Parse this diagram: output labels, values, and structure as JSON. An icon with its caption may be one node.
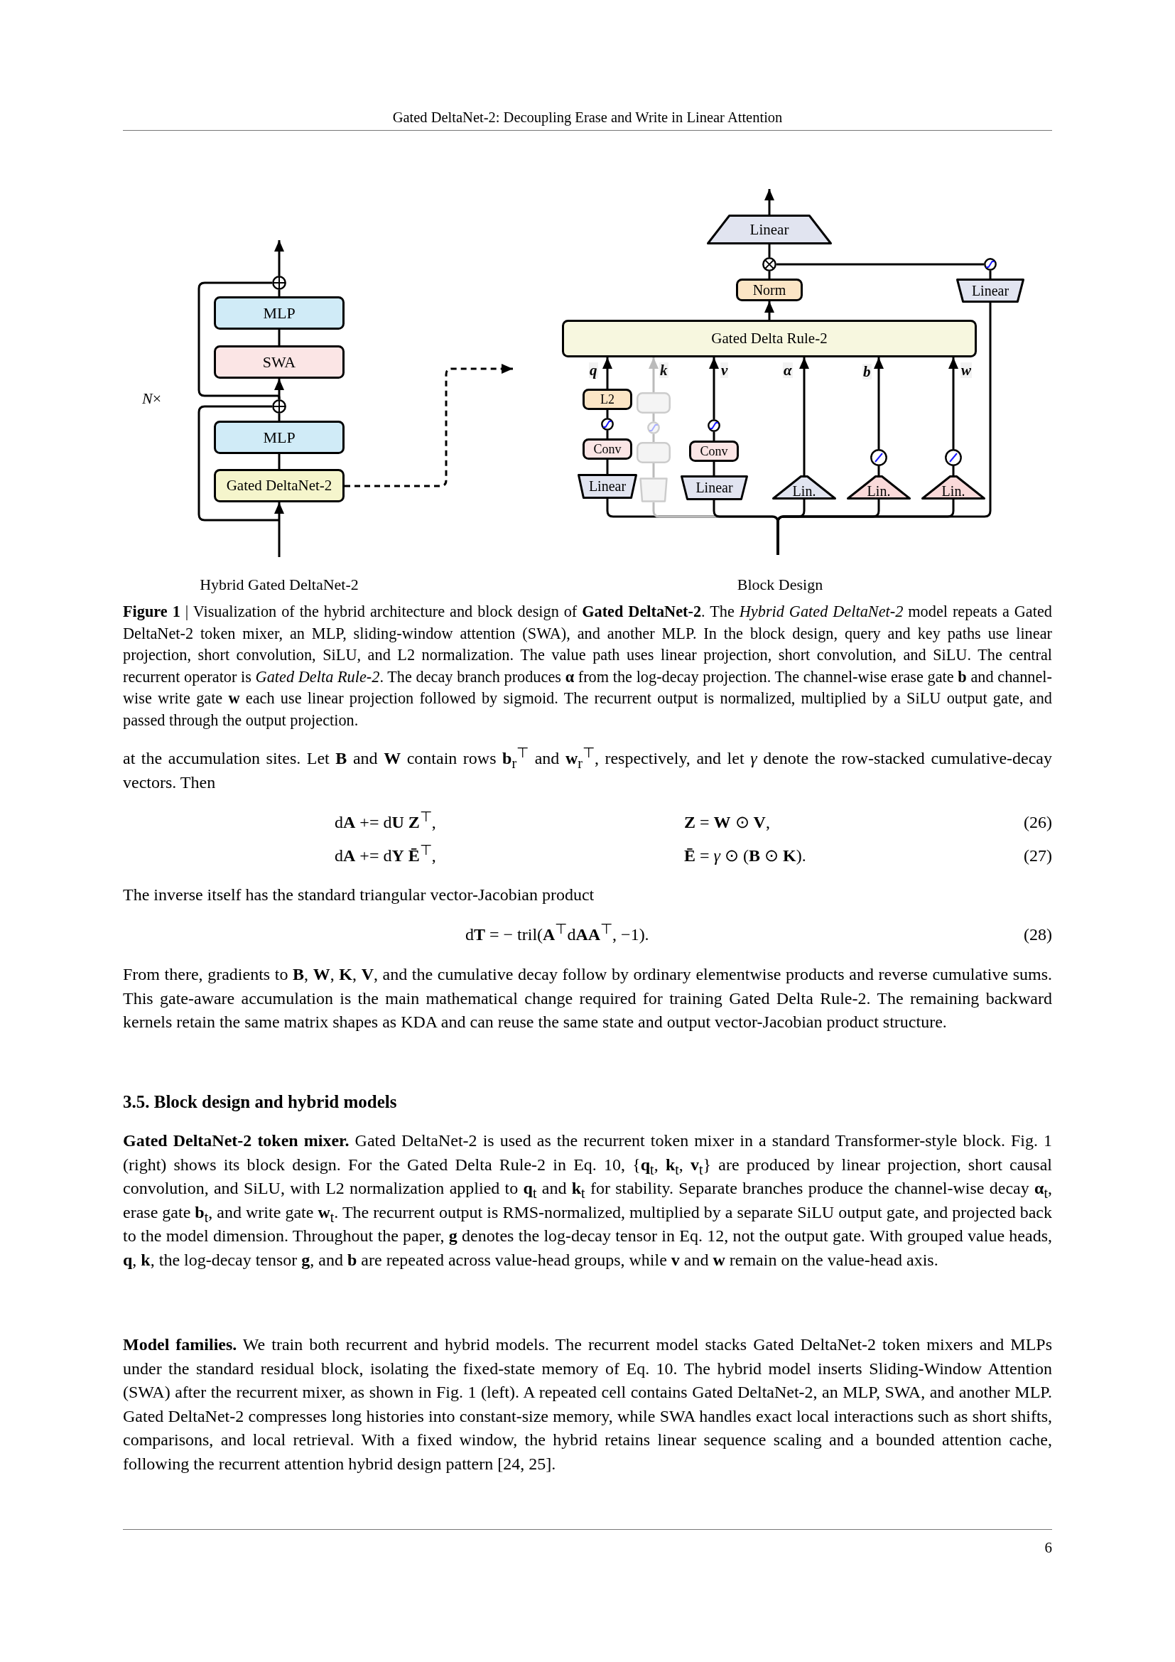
{
  "diagram": {
    "caption": "**Figure 1** | Visualization of the hybrid architecture and block design of **Gated DeltaNet-2**. The *Hybrid Gated DeltaNet-2* model repeats a Gated DeltaNet-2 token mixer, an MLP, sliding-window attention (SWA), and another MLP. In the block design, query and key paths use linear projection, short convolution, SiLU, and L2 normalization. The value path uses linear projection, short convolution, and SiLU. The central recurrent operator is *Gated Delta Rule-2*. The decay branch produces **α** from the log-decay projection. The channel-wise erase gate **b** and channel-wise write gate **w** each use linear projection followed by sigmoid. The recurrent output is normalized, multiplied by a SiLU output gate, and passed through the output projection.",
    "nodes": [
      {
        "text": [],
        "shape": "box",
        "beside": [
          "*N*×"
        ]
      },
      {
        "text": [],
        "shape": "circle",
        "in": 0
      },
      {
        "text": [
          "MLP"
        ],
        "in": 0
      },
      {
        "text": [
          "SWA"
        ],
        "in": 0
      },
      {
        "text": [],
        "shape": "circle",
        "in": 0
      },
      {
        "text": [
          "MLP"
        ],
        "in": 0
      },
      {
        "text": [
          "Gated DeltaNet-2"
        ],
        "in": 0
      },
      {
        "text": [],
        "shape": "box"
      },
      {
        "text": [
          "Linear"
        ],
        "in": 7
      },
      {
        "text": [],
        "shape": "circle",
        "in": 7
      },
      {
        "text": [
          "Norm"
        ],
        "in": 7
      },
      {
        "text": [],
        "shape": "circle",
        "in": 7
      },
      {
        "text": [
          "Linear"
        ],
        "in": 7
      },
      {
        "text": [
          "Gated Delta Rule-2"
        ],
        "in": 7
      },
      {
        "text": [
          "L2"
        ],
        "in": 7
      },
      {
        "text": [],
        "shape": "circle",
        "in": 7
      },
      {
        "text": [
          "Conv"
        ],
        "in": 7
      },
      {
        "text": [
          "Linear"
        ],
        "in": 7
      },
      {
        "text": [],
        "shape": "circle",
        "in": 7
      },
      {
        "text": [
          "Conv"
        ],
        "in": 7
      },
      {
        "text": [
          "Linear"
        ],
        "in": 7
      },
      {
        "text": [
          "Lin."
        ],
        "in": 7
      },
      {
        "text": [],
        "shape": "circle",
        "in": 7
      },
      {
        "text": [
          "Lin."
        ],
        "in": 7
      },
      {
        "text": [],
        "shape": "circle",
        "in": 7
      },
      {
        "text": [
          "Lin."
        ],
        "in": 7
      },
      {
        "text": [],
        "shape": "box",
        "in": 7
      },
      {
        "text": [],
        "shape": "circle",
        "in": 7
      },
      {
        "text": [],
        "shape": "box",
        "in": 7
      },
      {
        "text": [],
        "shape": "box",
        "in": 7
      }
    ],
    "edges": [
      {
        "from": null,
        "to": 6,
        "arrow": "to"
      },
      {
        "from": 6,
        "to": 5,
        "arrow": "none"
      },
      {
        "from": 5,
        "to": 4,
        "arrow": "none"
      },
      {
        "from": 4,
        "to": 3,
        "arrow": "to"
      },
      {
        "from": 3,
        "to": 2,
        "arrow": "none"
      },
      {
        "from": 2,
        "to": 1,
        "arrow": "none"
      },
      {
        "from": 1,
        "to": null,
        "arrow": "to"
      },
      {
        "from": null,
        "to": 4,
        "arrow": "none"
      },
      {
        "from": 4,
        "to": 1,
        "arrow": "none"
      },
      {
        "from": 6,
        "to": 7,
        "arrow": "to",
        "style": "dashed"
      },
      {
        "from": 8,
        "to": null,
        "arrow": "to"
      },
      {
        "from": 9,
        "to": 8,
        "arrow": "none"
      },
      {
        "from": 10,
        "to": 9,
        "arrow": "none"
      },
      {
        "from": 11,
        "to": 9,
        "arrow": "none"
      },
      {
        "from": 12,
        "to": 11,
        "arrow": "none"
      },
      {
        "from": 13,
        "to": 10,
        "arrow": "to"
      },
      {
        "from": 14,
        "to": 13,
        "arrow": "to",
        "label": "q"
      },
      {
        "from": 15,
        "to": 14,
        "arrow": "none"
      },
      {
        "from": 16,
        "to": 15,
        "arrow": "none"
      },
      {
        "from": 17,
        "to": 16,
        "arrow": "none"
      },
      {
        "from": 18,
        "to": 13,
        "arrow": "to",
        "label": "v"
      },
      {
        "from": 19,
        "to": 18,
        "arrow": "none"
      },
      {
        "from": 20,
        "to": 19,
        "arrow": "none"
      },
      {
        "from": 21,
        "to": 13,
        "arrow": "to",
        "label": "α"
      },
      {
        "from": 22,
        "to": 13,
        "arrow": "to",
        "label": "b"
      },
      {
        "from": 23,
        "to": 22,
        "arrow": "none"
      },
      {
        "from": 24,
        "to": 13,
        "arrow": "to",
        "label": "w"
      },
      {
        "from": 25,
        "to": 24,
        "arrow": "none"
      },
      {
        "from": 26,
        "to": 13,
        "arrow": "to",
        "label": "k",
        "color": "#bbbbbb"
      },
      {
        "from": 27,
        "to": 26,
        "arrow": "none",
        "color": "#bbbbbb"
      },
      {
        "from": 28,
        "to": 27,
        "arrow": "none",
        "color": "#bbbbbb"
      },
      {
        "from": 29,
        "to": 28,
        "arrow": "none",
        "color": "#bbbbbb"
      },
      {
        "from": null,
        "to": 17,
        "arrow": "none"
      },
      {
        "from": null,
        "to": 29,
        "arrow": "none",
        "color": "#bbbbbb"
      },
      {
        "from": null,
        "to": 20,
        "arrow": "none"
      },
      {
        "from": null,
        "to": 21,
        "arrow": "none"
      },
      {
        "from": null,
        "to": 23,
        "arrow": "none"
      },
      {
        "from": null,
        "to": 25,
        "arrow": "none"
      },
      {
        "from": null,
        "to": 12,
        "arrow": "none"
      }
    ],
    "labels": [
      "Gated DeltaNet-2: Decoupling Erase and Write in Linear Attention",
      "Hybrid Gated DeltaNet-2",
      "Block Design",
      "at the accumulation sites. Let **B** and **W** contain rows **b**$_{r}$$^{⊤}$ and **w**$_{r}$$^{⊤}$, respectively, and let *γ* denote the row-stacked cumulative-decay vectors. Then",
      "d**A** += d**U** **Z**$^{⊤}$,",
      "**Z** = **W** ⊙ **V**,",
      "(26)",
      "d**A** += d**Y** **Ē**$^{⊤}$,",
      "**Ē** = *γ* ⊙ (**B** ⊙ **K**).",
      "(27)",
      "The inverse itself has the standard triangular vector-Jacobian product",
      "d**T** = − tril(**A**$^{⊤}$d**AA**$^{⊤}$, −1).",
      "(28)",
      "From there, gradients to **B**, **W**, **K**, **V**, and the cumulative decay follow by ordinary elementwise products and reverse cumulative sums. This gate-aware accumulation is the main mathematical change required for training Gated Delta Rule-2. The remaining backward kernels retain the same matrix shapes as KDA and can reuse the same state and output vector-Jacobian product structure.",
      "3.5. Block design and hybrid models",
      "**Gated DeltaNet-2 token mixer.** Gated DeltaNet-2 is used as the recurrent token mixer in a standard Transformer-style block. Fig. 1 (right) shows its block design. For the Gated Delta Rule-2 in Eq. 10, {**q**$_{t}$, **k**$_{t}$, **v**$_{t}$} are produced by linear projection, short causal convolution, and SiLU, with L2 normalization applied to **q**$_{t}$ and **k**$_{t}$ for stability. Separate branches produce the channel-wise decay **α**$_{t}$, erase gate **b**$_{t}$, and write gate **w**$_{t}$. The recurrent output is RMS-normalized, multiplied by a separate SiLU output gate, and projected back to the model dimension. Throughout the paper, **g** denotes the log-decay tensor in Eq. 12, not the output gate. With grouped value heads, **q**, **k**, the log-decay tensor **g**, and **b** are repeated across value-head groups, while **v** and **w** remain on the value-head axis.",
      "**Model families.** We train both recurrent and hybrid models. The recurrent model stacks Gated DeltaNet-2 token mixers and MLPs under the standard residual block, isolating the fixed-state memory of Eq. 10. The hybrid model inserts Sliding-Window Attention (SWA) after the recurrent mixer, as shown in Fig. 1 (left). A repeated cell contains Gated DeltaNet-2, an MLP, SWA, and another MLP. Gated DeltaNet-2 compresses long histories into constant-size memory, while SWA handles exact local interactions such as short shifts, comparisons, and local retrieval. With a fixed window, the hybrid retains linear sequence scaling and a bounded attention cache, following the recurrent attention hybrid design pattern [24, 25].",
      "6"
    ]
  }
}
